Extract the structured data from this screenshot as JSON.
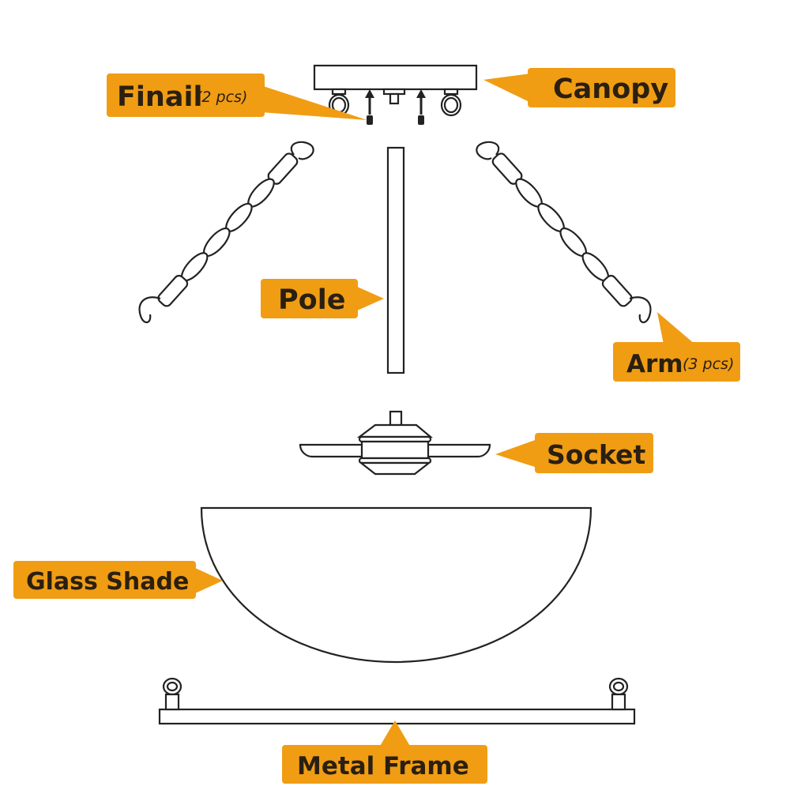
{
  "labels": {
    "finial": {
      "text": "Finail",
      "qty": "(2 pcs)"
    },
    "canopy": {
      "text": "Canopy"
    },
    "pole": {
      "text": "Pole"
    },
    "arm": {
      "text": "Arm",
      "qty": "(3 pcs)"
    },
    "socket": {
      "text": "Socket"
    },
    "glass_shade": {
      "text": "Glass Shade"
    },
    "metal_frame": {
      "text": "Metal Frame"
    }
  },
  "colors": {
    "tag": "#f09d14",
    "text": "#2a1f10",
    "line": "#222222"
  }
}
